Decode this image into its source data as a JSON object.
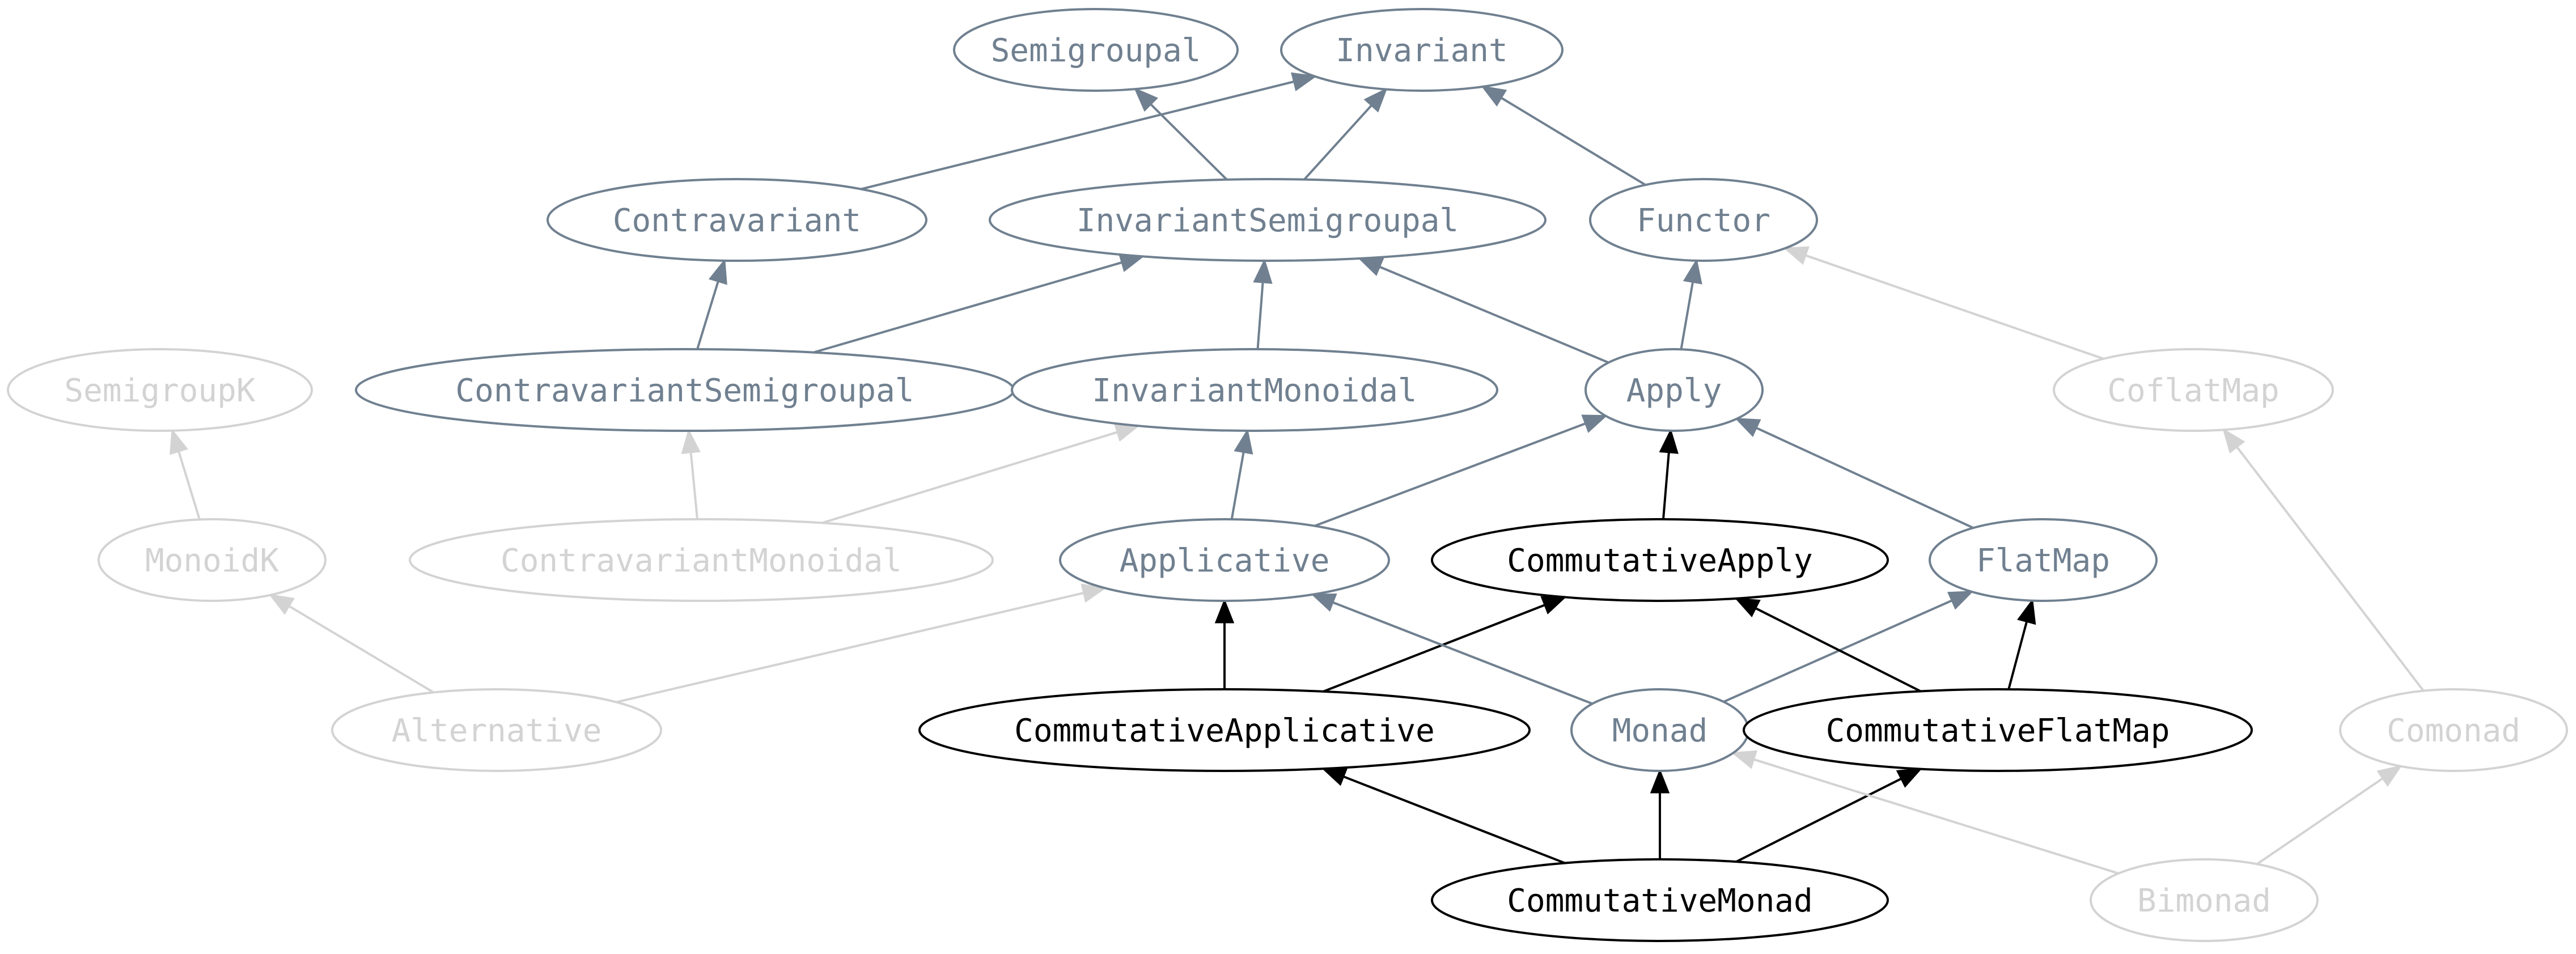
{
  "diagram": {
    "nodes": [
      {
        "id": "Semigroupal",
        "label": "Semigroupal",
        "style": "muted"
      },
      {
        "id": "Invariant",
        "label": "Invariant",
        "style": "muted"
      },
      {
        "id": "Contravariant",
        "label": "Contravariant",
        "style": "muted"
      },
      {
        "id": "InvariantSemigroupal",
        "label": "InvariantSemigroupal",
        "style": "muted"
      },
      {
        "id": "Functor",
        "label": "Functor",
        "style": "muted"
      },
      {
        "id": "SemigroupK",
        "label": "SemigroupK",
        "style": "faded"
      },
      {
        "id": "ContravariantSemigroupal",
        "label": "ContravariantSemigroupal",
        "style": "muted"
      },
      {
        "id": "InvariantMonoidal",
        "label": "InvariantMonoidal",
        "style": "muted"
      },
      {
        "id": "Apply",
        "label": "Apply",
        "style": "muted"
      },
      {
        "id": "CoflatMap",
        "label": "CoflatMap",
        "style": "faded"
      },
      {
        "id": "MonoidK",
        "label": "MonoidK",
        "style": "faded"
      },
      {
        "id": "ContravariantMonoidal",
        "label": "ContravariantMonoidal",
        "style": "faded"
      },
      {
        "id": "Applicative",
        "label": "Applicative",
        "style": "muted"
      },
      {
        "id": "CommutativeApply",
        "label": "CommutativeApply",
        "style": "highlight"
      },
      {
        "id": "FlatMap",
        "label": "FlatMap",
        "style": "muted"
      },
      {
        "id": "Alternative",
        "label": "Alternative",
        "style": "faded"
      },
      {
        "id": "CommutativeApplicative",
        "label": "CommutativeApplicative",
        "style": "highlight"
      },
      {
        "id": "Monad",
        "label": "Monad",
        "style": "muted"
      },
      {
        "id": "CommutativeFlatMap",
        "label": "CommutativeFlatMap",
        "style": "highlight"
      },
      {
        "id": "Comonad",
        "label": "Comonad",
        "style": "faded"
      },
      {
        "id": "CommutativeMonad",
        "label": "CommutativeMonad",
        "style": "highlight"
      },
      {
        "id": "Bimonad",
        "label": "Bimonad",
        "style": "faded"
      }
    ],
    "edges": [
      {
        "from": "InvariantSemigroupal",
        "to": "Semigroupal",
        "style": "muted"
      },
      {
        "from": "InvariantSemigroupal",
        "to": "Invariant",
        "style": "muted"
      },
      {
        "from": "Contravariant",
        "to": "Invariant",
        "style": "muted"
      },
      {
        "from": "Functor",
        "to": "Invariant",
        "style": "muted"
      },
      {
        "from": "ContravariantSemigroupal",
        "to": "Contravariant",
        "style": "muted"
      },
      {
        "from": "ContravariantSemigroupal",
        "to": "InvariantSemigroupal",
        "style": "muted"
      },
      {
        "from": "InvariantMonoidal",
        "to": "InvariantSemigroupal",
        "style": "muted"
      },
      {
        "from": "Apply",
        "to": "InvariantSemigroupal",
        "style": "muted"
      },
      {
        "from": "Apply",
        "to": "Functor",
        "style": "muted"
      },
      {
        "from": "CoflatMap",
        "to": "Functor",
        "style": "faded"
      },
      {
        "from": "MonoidK",
        "to": "SemigroupK",
        "style": "faded"
      },
      {
        "from": "ContravariantMonoidal",
        "to": "ContravariantSemigroupal",
        "style": "faded"
      },
      {
        "from": "ContravariantMonoidal",
        "to": "InvariantMonoidal",
        "style": "faded"
      },
      {
        "from": "Applicative",
        "to": "InvariantMonoidal",
        "style": "muted"
      },
      {
        "from": "Applicative",
        "to": "Apply",
        "style": "muted"
      },
      {
        "from": "CommutativeApply",
        "to": "Apply",
        "style": "highlight"
      },
      {
        "from": "FlatMap",
        "to": "Apply",
        "style": "muted"
      },
      {
        "from": "Alternative",
        "to": "MonoidK",
        "style": "faded"
      },
      {
        "from": "Alternative",
        "to": "Applicative",
        "style": "faded"
      },
      {
        "from": "CommutativeApplicative",
        "to": "Applicative",
        "style": "highlight"
      },
      {
        "from": "CommutativeApplicative",
        "to": "CommutativeApply",
        "style": "highlight"
      },
      {
        "from": "Monad",
        "to": "Applicative",
        "style": "muted"
      },
      {
        "from": "Monad",
        "to": "FlatMap",
        "style": "muted"
      },
      {
        "from": "CommutativeFlatMap",
        "to": "CommutativeApply",
        "style": "highlight"
      },
      {
        "from": "CommutativeFlatMap",
        "to": "FlatMap",
        "style": "highlight"
      },
      {
        "from": "Comonad",
        "to": "CoflatMap",
        "style": "faded"
      },
      {
        "from": "CommutativeMonad",
        "to": "CommutativeApplicative",
        "style": "highlight"
      },
      {
        "from": "CommutativeMonad",
        "to": "Monad",
        "style": "highlight"
      },
      {
        "from": "CommutativeMonad",
        "to": "CommutativeFlatMap",
        "style": "highlight"
      },
      {
        "from": "Bimonad",
        "to": "Monad",
        "style": "faded"
      },
      {
        "from": "Bimonad",
        "to": "Comonad",
        "style": "faded"
      }
    ]
  },
  "colors": {
    "muted": "#708090",
    "faded": "#d3d3d3",
    "highlight": "#000000",
    "background": "#ffffff"
  }
}
